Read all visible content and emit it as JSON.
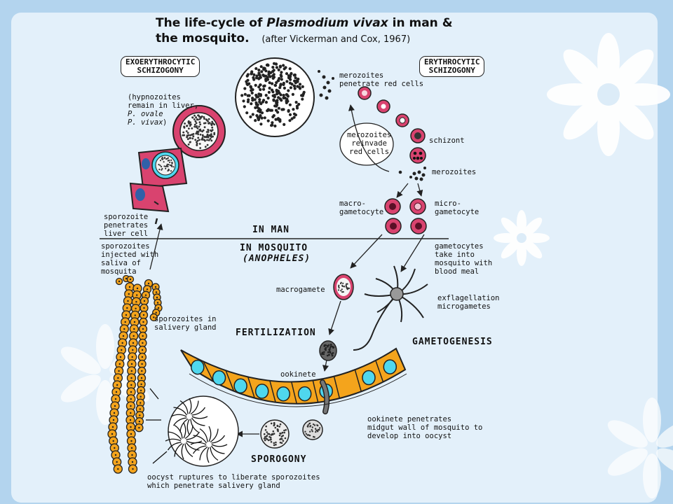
{
  "title": {
    "line1_prefix": "The life-cycle of ",
    "species": "Plasmodium vivax",
    "line1_suffix": " in man &",
    "line2": "the mosquito.",
    "citation": "(after Vickerman and Cox, 1967)"
  },
  "boxes": {
    "exoerythrocytic": "EXOERYTHROCYTIC\nSCHIZOGONY",
    "erythrocytic": "ERYTHROCYTIC\nSCHIZOGONY"
  },
  "labels": {
    "hypnozoites_1": "(hypnozoites\nremain in liver,",
    "hypnozoites_2": "P. ovale\nP. vivax",
    "hypnozoites_3": ")",
    "merozoites_penetrate": "merozoites\npenetrate red cells",
    "merozoites_reinvade": "merozoites\nreinvade\nred cells",
    "schizont": "schizont",
    "merozoites": "merozoites",
    "macrogametocyte": "macro-\ngametocyte",
    "microgametocyte": "micro-\ngametocyte",
    "sporozoite_penetrates": "sporozoite\npenetrates\nliver cell",
    "in_man": "IN MAN",
    "in_mosquito": "IN MOSQUITO",
    "anopheles": "(ANOPHELES)",
    "sporozoites_injected": "sporozoites\ninjected with\nsaliva of\nmosquita",
    "gametocytes_take": "gametocytes\ntake into\nmosquito with\nblood meal",
    "macrogamete": "macrogamete",
    "exflagellation": "exflagellation\nmicrogametes",
    "sporozoites_in_gland": "sporozoites in\nsalivery gland",
    "fertilization": "FERTILIZATION",
    "gametogenesis": "GAMETOGENESIS",
    "ookinete": "ookinete",
    "ookinete_penetrates": "ookinete penetrates\nmidgut wall of mosquito to\ndevelop into oocyst",
    "sporogony": "SPOROGONY",
    "oocyst_ruptures": "oocyst ruptures to liberate sporozoites\nwhich penetrate salivery gland"
  },
  "colors": {
    "background": "#b3d4ee",
    "panel": "#e3f0fa",
    "red_cell": "#d9436f",
    "gut_wall": "#f4a41c",
    "nucleus": "#4fd7ee",
    "ink": "#222222"
  }
}
